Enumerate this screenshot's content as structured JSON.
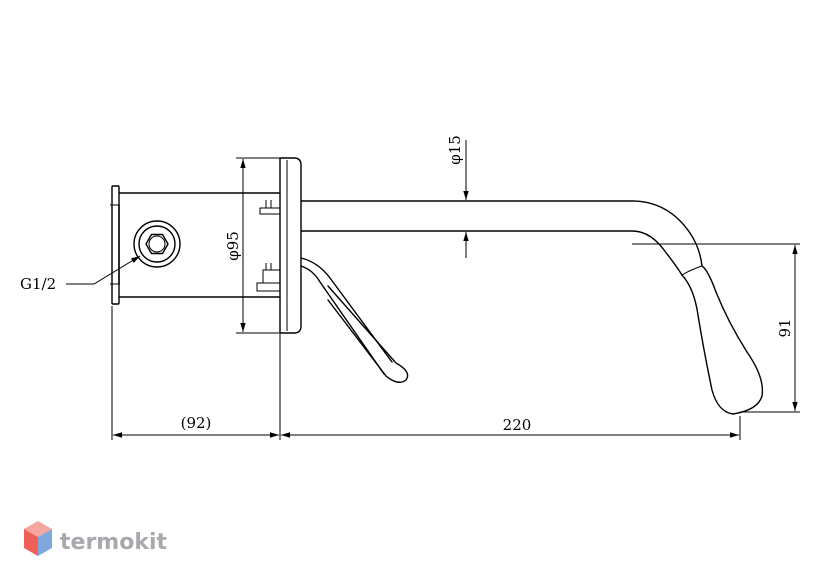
{
  "dimensions": {
    "thread_label": "G1/2",
    "rosette_diameter": "φ95",
    "spout_diameter": "φ15",
    "body_depth": "(92)",
    "spout_length": "220",
    "spout_height": "91"
  },
  "logo": {
    "text": "termokit",
    "colors": {
      "top": "#f4a7a0",
      "left": "#f0605a",
      "right": "#7fa8dc"
    }
  }
}
